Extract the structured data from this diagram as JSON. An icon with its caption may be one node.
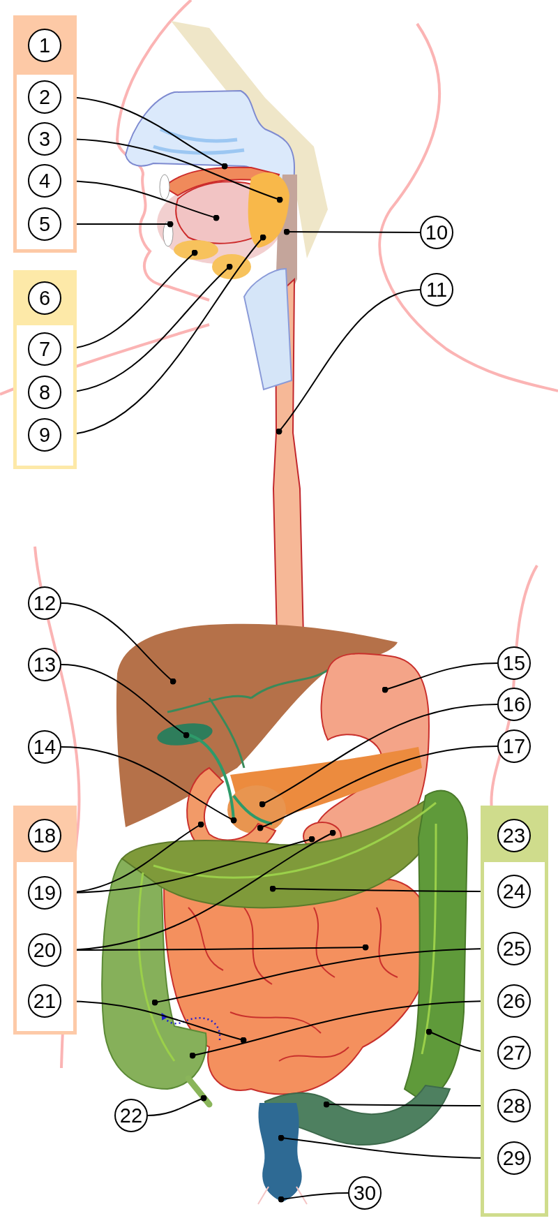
{
  "diagram": {
    "nodes": [
      {
        "text": [],
        "shape": "box"
      },
      {
        "text": [
          "1"
        ],
        "in": 0
      },
      {
        "text": [
          "2"
        ],
        "in": 0
      },
      {
        "text": [
          "3"
        ],
        "in": 0
      },
      {
        "text": [
          "4"
        ],
        "in": 0
      },
      {
        "text": [
          "5"
        ],
        "in": 0
      },
      {
        "text": [],
        "shape": "box"
      },
      {
        "text": [
          "6"
        ],
        "in": 6
      },
      {
        "text": [
          "7"
        ],
        "in": 6
      },
      {
        "text": [
          "8"
        ],
        "in": 6
      },
      {
        "text": [
          "9"
        ],
        "in": 6
      },
      {
        "text": [
          "10"
        ]
      },
      {
        "text": [
          "11"
        ]
      },
      {
        "text": [
          "12"
        ]
      },
      {
        "text": [
          "13"
        ]
      },
      {
        "text": [
          "14"
        ]
      },
      {
        "text": [
          "15"
        ]
      },
      {
        "text": [
          "16"
        ]
      },
      {
        "text": [
          "17"
        ]
      },
      {
        "text": [],
        "shape": "box"
      },
      {
        "text": [
          "18"
        ],
        "in": 19
      },
      {
        "text": [
          "19"
        ],
        "in": 19
      },
      {
        "text": [
          "20"
        ],
        "in": 19
      },
      {
        "text": [
          "21"
        ],
        "in": 19
      },
      {
        "text": [
          "22"
        ]
      },
      {
        "text": [],
        "shape": "box"
      },
      {
        "text": [
          "23"
        ],
        "in": 25
      },
      {
        "text": [
          "24"
        ],
        "in": 25
      },
      {
        "text": [
          "25"
        ],
        "in": 25
      },
      {
        "text": [
          "26"
        ],
        "in": 25
      },
      {
        "text": [
          "27"
        ],
        "in": 25
      },
      {
        "text": [
          "28"
        ],
        "in": 25
      },
      {
        "text": [
          "29"
        ],
        "in": 25
      },
      {
        "text": [
          "30"
        ]
      }
    ],
    "edges": [
      {
        "from": 2,
        "to": null,
        "arrow": "other"
      },
      {
        "from": 3,
        "to": null,
        "arrow": "other"
      },
      {
        "from": 4,
        "to": null,
        "arrow": "other"
      },
      {
        "from": 5,
        "to": null,
        "arrow": "other"
      },
      {
        "from": 8,
        "to": null,
        "arrow": "other"
      },
      {
        "from": 9,
        "to": null,
        "arrow": "other"
      },
      {
        "from": 10,
        "to": null,
        "arrow": "other"
      },
      {
        "from": 11,
        "to": null,
        "arrow": "other"
      },
      {
        "from": 12,
        "to": null,
        "arrow": "other"
      },
      {
        "from": 13,
        "to": null,
        "arrow": "other"
      },
      {
        "from": 14,
        "to": null,
        "arrow": "other"
      },
      {
        "from": 15,
        "to": null,
        "arrow": "other"
      },
      {
        "from": 16,
        "to": null,
        "arrow": "other"
      },
      {
        "from": 17,
        "to": null,
        "arrow": "other"
      },
      {
        "from": 18,
        "to": null,
        "arrow": "other"
      },
      {
        "from": 21,
        "to": null,
        "arrow": "other"
      },
      {
        "from": 21,
        "to": null,
        "arrow": "other"
      },
      {
        "from": 22,
        "to": null,
        "arrow": "other"
      },
      {
        "from": 22,
        "to": null,
        "arrow": "other"
      },
      {
        "from": 23,
        "to": null,
        "arrow": "other"
      },
      {
        "from": 24,
        "to": null,
        "arrow": "other"
      },
      {
        "from": 27,
        "to": null,
        "arrow": "other"
      },
      {
        "from": 28,
        "to": null,
        "arrow": "other"
      },
      {
        "from": 29,
        "to": null,
        "arrow": "other"
      },
      {
        "from": 30,
        "to": null,
        "arrow": "other"
      },
      {
        "from": 31,
        "to": null,
        "arrow": "other"
      },
      {
        "from": 32,
        "to": null,
        "arrow": "other"
      },
      {
        "from": 33,
        "to": null,
        "arrow": "other"
      }
    ]
  }
}
